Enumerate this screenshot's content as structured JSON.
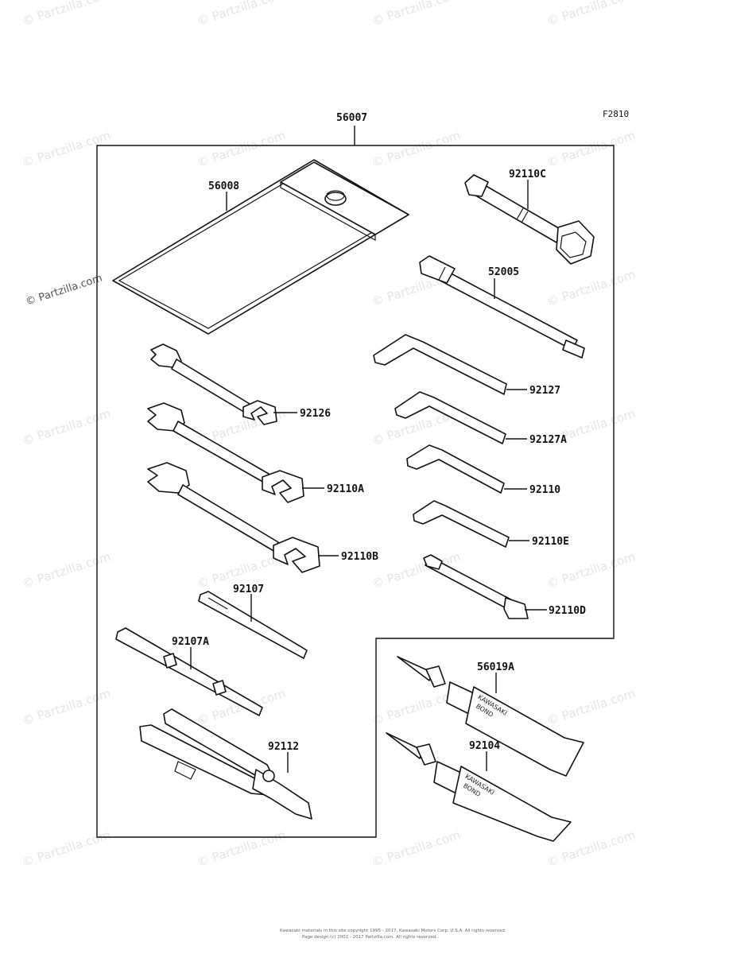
{
  "figure_code": "F2810",
  "watermark": "© Partzilla.com",
  "copyright_lines": [
    "Kawasaki materials in this site copyright 1995 - 2017, Kawasaki Motors Corp. U.S.A. All rights reserved.",
    "Page design (c) 2002 - 2017 Partzilla.com. All rights reserved."
  ],
  "tube_text": {
    "line1": "KAWASAKI",
    "line2": "BOND"
  },
  "parts": {
    "kit": "56007",
    "case": "56008",
    "box_wrench": "92110C",
    "plug_wrench": "52005",
    "hex_wrench_large": "92127",
    "hex_wrench_medium": "92127A",
    "hex_wrench_small": "92110",
    "hex_wrench_smallest": "92110E",
    "spoke_wrench": "92110D",
    "open_wrench_small": "92126",
    "open_wrench_medium": "92110A",
    "open_wrench_large": "92110B",
    "screwdriver": "92107",
    "screwdriver_grip": "92107A",
    "pliers": "92112",
    "bond_tube_a": "56019A",
    "bond_tube_b": "92104"
  }
}
